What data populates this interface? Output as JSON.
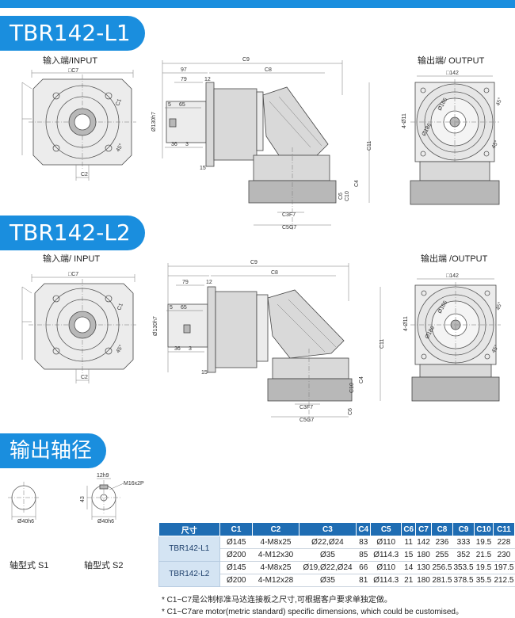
{
  "sections": {
    "l1_title": "TBR142-L1",
    "l2_title": "TBR142-L2",
    "shaft_title": "输出轴径"
  },
  "views": {
    "input_l1": "输入端/INPUT",
    "output_l1": "输出端/ OUTPUT",
    "input_l2": "输入端/ INPUT",
    "output_l2": "输出端 /OUTPUT"
  },
  "dims": {
    "c7": "□C7",
    "c1": "C1",
    "c2": "C2",
    "c3": "C3F7",
    "c4": "C4",
    "c5": "C5G7",
    "c6": "C6",
    "c8": "C8",
    "c9": "C9",
    "c10": "C10",
    "c11": "C11",
    "d97": "97",
    "d79": "79",
    "d12": "12",
    "d5": "5",
    "d65": "65",
    "d36": "36",
    "d3": "3",
    "d15": "15",
    "d130": "Ø130h7",
    "sq142": "□142",
    "holes": "4-Ø11",
    "pcd165": "Ø165",
    "pcd186": "Ø186",
    "angle45": "45°",
    "key12": "12h9",
    "thread": "M16x2P",
    "d43": "43",
    "d40": "Ø40h6"
  },
  "shafts": {
    "s1": "轴型式  S1",
    "s2": "轴型式  S2"
  },
  "table": {
    "headers": [
      "尺寸",
      "C1",
      "C2",
      "C3",
      "C4",
      "C5",
      "C6",
      "C7",
      "C8",
      "C9",
      "C10",
      "C11"
    ],
    "rows": [
      {
        "model": "TBR142-L1",
        "cells": [
          "Ø145",
          "4-M8x25",
          "Ø22,Ø24",
          "83",
          "Ø110",
          "11",
          "142",
          "236",
          "333",
          "19.5",
          "228"
        ]
      },
      {
        "model": "",
        "cells": [
          "Ø200",
          "4-M12x30",
          "Ø35",
          "85",
          "Ø114.3",
          "15",
          "180",
          "255",
          "352",
          "21.5",
          "230"
        ]
      },
      {
        "model": "TBR142-L2",
        "cells": [
          "Ø145",
          "4-M8x25",
          "Ø19,Ø22,Ø24",
          "66",
          "Ø110",
          "14",
          "130",
          "256.5",
          "353.5",
          "19.5",
          "197.5"
        ]
      },
      {
        "model": "",
        "cells": [
          "Ø200",
          "4-M12x28",
          "Ø35",
          "81",
          "Ø114.3",
          "21",
          "180",
          "281.5",
          "378.5",
          "35.5",
          "212.5"
        ]
      }
    ]
  },
  "notes": {
    "cn": "* C1~C7是公制标准马达连接板之尺寸,可根据客户要求单独定做。",
    "en": "* C1~C7are motor(metric standard)  specific dimensions, which could be customised。"
  },
  "colors": {
    "brand_blue": "#1a8ede",
    "table_header": "#1f6db3",
    "model_cell": "#d4e4f3"
  }
}
